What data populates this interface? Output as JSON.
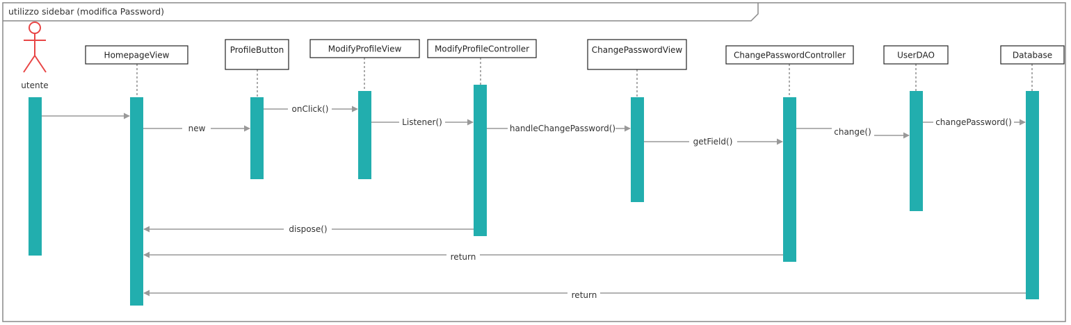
{
  "frame": {
    "title": "utilizzo sidebar (modifica Password)"
  },
  "colors": {
    "activation": "#22AEAE",
    "actor": "#E84545",
    "message": "#999999",
    "frame_border": "#888888",
    "text": "#333333"
  },
  "participants": [
    {
      "id": "utente",
      "label": "utente",
      "kind": "actor"
    },
    {
      "id": "homepage-view",
      "label": "HomepageView",
      "kind": "box"
    },
    {
      "id": "profile-button",
      "label": "ProfileButton",
      "kind": "box"
    },
    {
      "id": "modify-profile-view",
      "label": "ModifyProfileView",
      "kind": "box"
    },
    {
      "id": "modify-profile-controller",
      "label": "ModifyProfileController",
      "kind": "box"
    },
    {
      "id": "change-password-view",
      "label": "ChangePasswordView",
      "kind": "box"
    },
    {
      "id": "change-password-controller",
      "label": "ChangePasswordController",
      "kind": "box"
    },
    {
      "id": "user-dao",
      "label": "UserDAO",
      "kind": "box"
    },
    {
      "id": "database",
      "label": "Database",
      "kind": "box"
    }
  ],
  "messages": [
    {
      "id": "m0",
      "from": "utente",
      "to": "homepage-view",
      "label": ""
    },
    {
      "id": "m1",
      "from": "homepage-view",
      "to": "profile-button",
      "label": "new"
    },
    {
      "id": "m2",
      "from": "profile-button",
      "to": "modify-profile-view",
      "label": "onClick()"
    },
    {
      "id": "m3",
      "from": "modify-profile-view",
      "to": "modify-profile-controller",
      "label": "Listener()"
    },
    {
      "id": "m4",
      "from": "modify-profile-controller",
      "to": "change-password-view",
      "label": "handleChangePassword()"
    },
    {
      "id": "m5",
      "from": "change-password-view",
      "to": "change-password-controller",
      "label": "getField()"
    },
    {
      "id": "m6",
      "from": "change-password-controller",
      "to": "user-dao",
      "label": "change()"
    },
    {
      "id": "m7",
      "from": "user-dao",
      "to": "database",
      "label": "changePassword()"
    },
    {
      "id": "m8",
      "from": "modify-profile-controller",
      "to": "homepage-view",
      "label": "dispose()"
    },
    {
      "id": "m9",
      "from": "change-password-controller",
      "to": "homepage-view",
      "label": "return"
    },
    {
      "id": "m10",
      "from": "database",
      "to": "homepage-view",
      "label": "return"
    }
  ]
}
